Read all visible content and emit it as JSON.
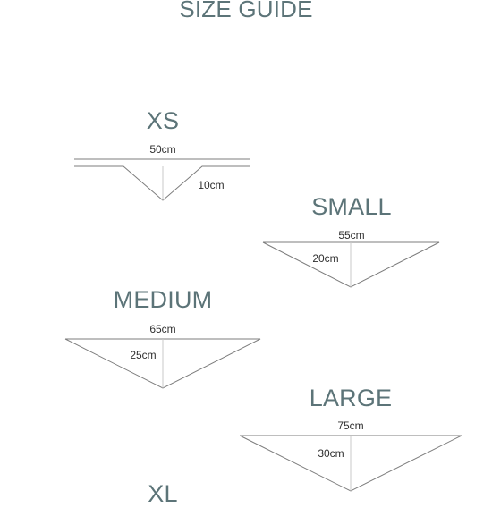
{
  "page": {
    "title": "SIZE GUIDE",
    "colors": {
      "heading": "#5c7478",
      "outline": "#7c7c7c",
      "guide": "#c9c9c9"
    }
  },
  "sizes": [
    {
      "name": "XS",
      "width": "50cm",
      "depth": "10cm"
    },
    {
      "name": "SMALL",
      "width": "55cm",
      "depth": "20cm"
    },
    {
      "name": "MEDIUM",
      "width": "65cm",
      "depth": "25cm"
    },
    {
      "name": "LARGE",
      "width": "75cm",
      "depth": "30cm"
    },
    {
      "name": "XL"
    }
  ]
}
